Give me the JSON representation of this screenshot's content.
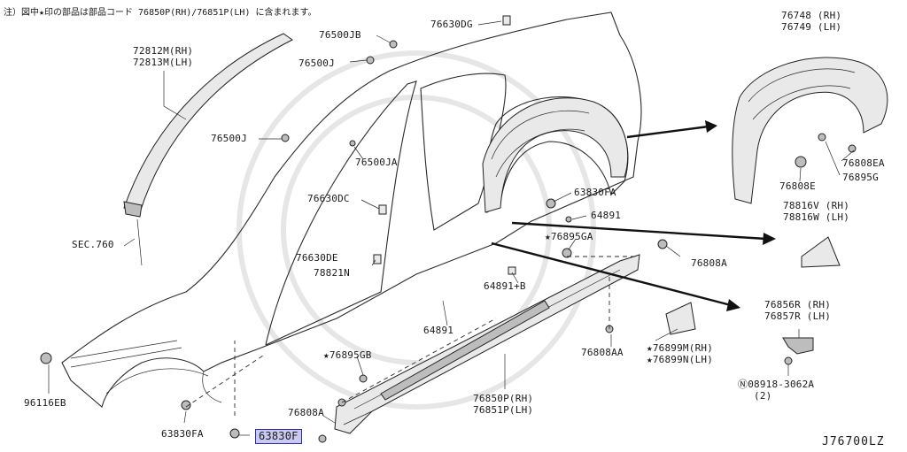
{
  "note": "注）図中★印の部品は部品コード 76850P(RH)/76851P(LH) に含まれます。",
  "diagram_ref": "J76700LZ",
  "highlighted_part": "63830F",
  "labels": {
    "p72812": [
      "72812M(RH)",
      "72813M(LH)"
    ],
    "sec760": "SEC.760",
    "p96116": "96116EB",
    "p63830fa_bottom": "63830FA",
    "p63830f": "63830F",
    "p76500jb": "76500JB",
    "p76500j_top": "76500J",
    "p76500j_mid": "76500J",
    "p76500ja": "76500JA",
    "p76630dg": "76630DG",
    "p76630dc": "76630DC",
    "p76630de": "76630DE",
    "p78821n": "78821N",
    "p76895gb": "★76895GB",
    "p76808a_bottom": "76808A",
    "p64891": "64891",
    "p64891b": "64891+B",
    "p63830fa_mid": "63830FA",
    "p64891_mid": "64891",
    "p76895ga": "★76895GA",
    "p76808a_right": "76808A",
    "p76808aa": "76808AA",
    "p76899": [
      "★76899M(RH)",
      "★76899N(LH)"
    ],
    "p76850": [
      "76850P(RH)",
      "76851P(LH)"
    ],
    "p76748": [
      "76748 (RH)",
      "76749 (LH)"
    ],
    "p76808ea": "76808EA",
    "p76895g": "76895G",
    "p76808e": "76808E",
    "p78816": [
      "78816V (RH)",
      "78816W (LH)"
    ],
    "p76856": [
      "76856R (RH)",
      "76857R (LH)"
    ],
    "p08918": [
      "Ⓝ08918-3062A",
      "(2)"
    ]
  }
}
